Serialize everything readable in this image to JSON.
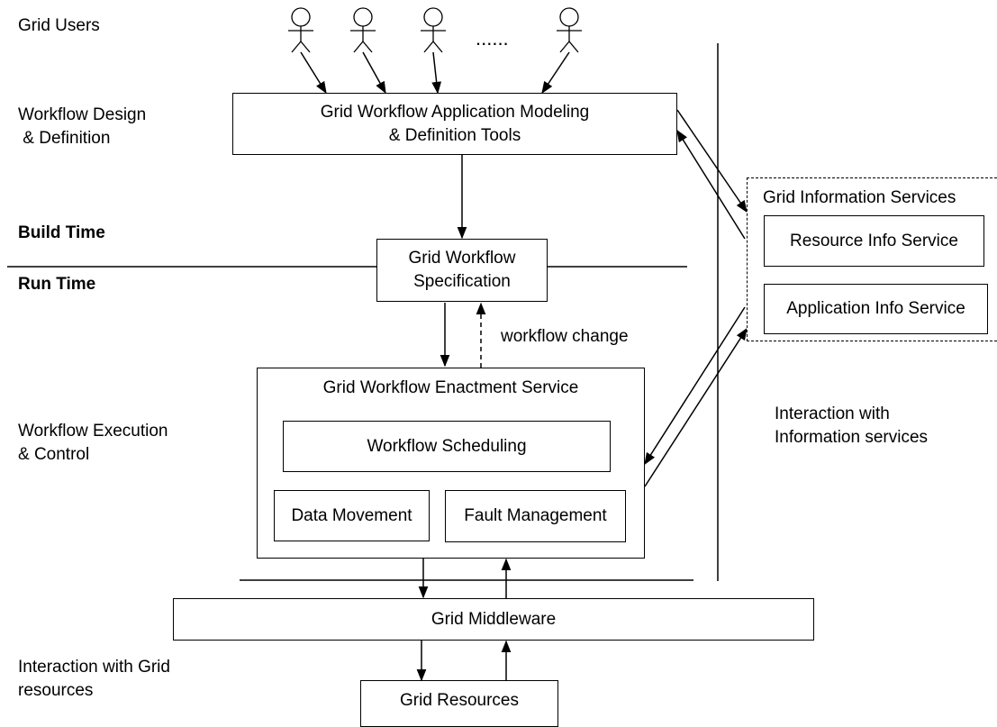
{
  "left_labels": {
    "grid_users": "Grid Users",
    "design_line1": "Workflow Design",
    "design_line2": " & Definition",
    "build_time": "Build Time",
    "run_time": "Run Time",
    "exec_line1": "Workflow Execution",
    "exec_line2": "& Control",
    "interact_line1": "Interaction with Grid",
    "interact_line2": "resources"
  },
  "users": {
    "ellipsis": "......"
  },
  "modeling_box": {
    "line1": "Grid Workflow Application Modeling",
    "line2": "& Definition Tools"
  },
  "spec_box": {
    "line1": "Grid Workflow",
    "line2": "Specification"
  },
  "workflow_change": "workflow change",
  "enactment": {
    "title": "Grid Workflow Enactment Service",
    "scheduling": "Workflow Scheduling",
    "data_movement": "Data Movement",
    "fault_management": "Fault Management"
  },
  "info_services": {
    "title": "Grid Information Services",
    "resource": "Resource Info Service",
    "application": "Application Info Service"
  },
  "info_interaction": {
    "line1": "Interaction with",
    "line2": "Information services"
  },
  "middleware": "Grid Middleware",
  "resources": "Grid Resources"
}
